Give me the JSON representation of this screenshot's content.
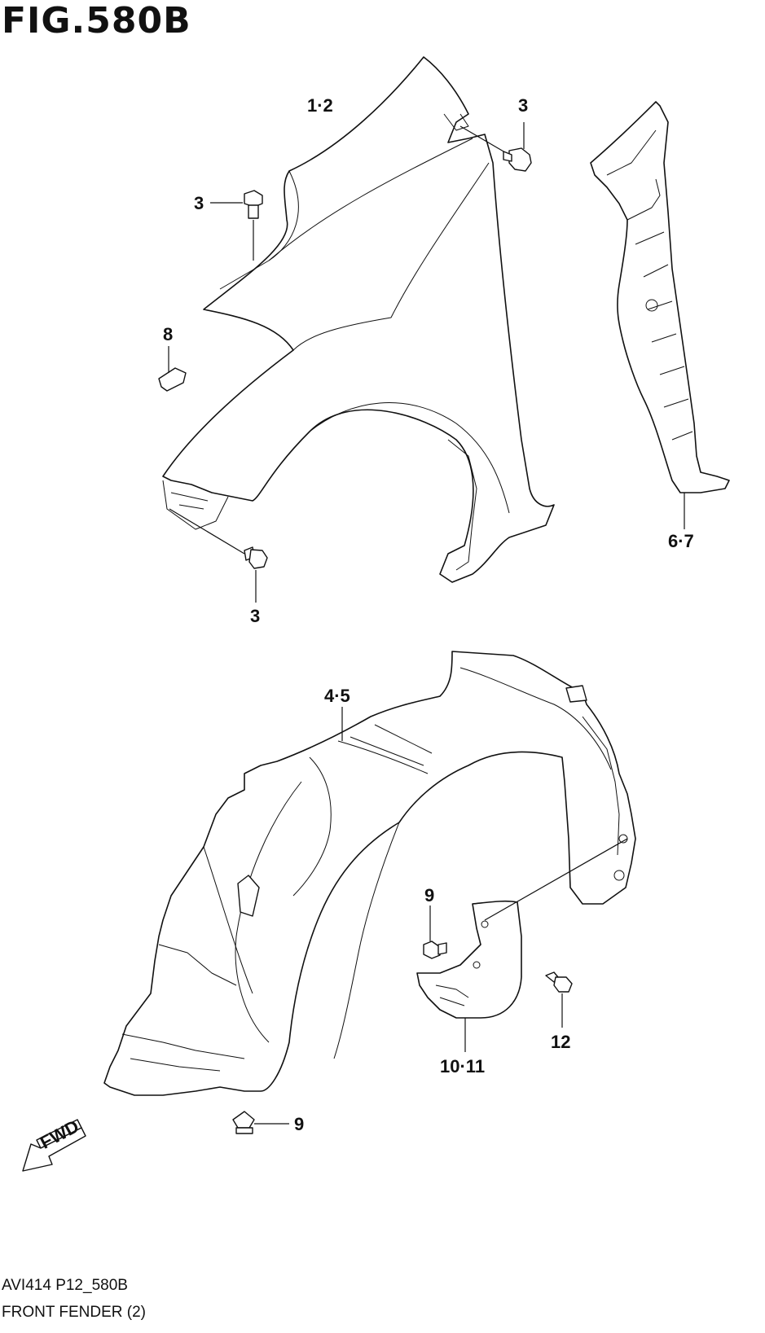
{
  "figure": {
    "title": "FIG.580B",
    "ref_code": "AVI414 P12_580B",
    "name": "FRONT FENDER (2)"
  },
  "callouts": {
    "fender": "1·2",
    "bolt_top_right": "3",
    "bolt_top_left": "3",
    "bolt_bottom": "3",
    "cushion": "8",
    "bracket": "6·7",
    "liner": "4·5",
    "clip_mudflap": "9",
    "mudflap": "10·11",
    "screw": "12",
    "clip_liner": "9"
  },
  "direction_badge": "FWD"
}
